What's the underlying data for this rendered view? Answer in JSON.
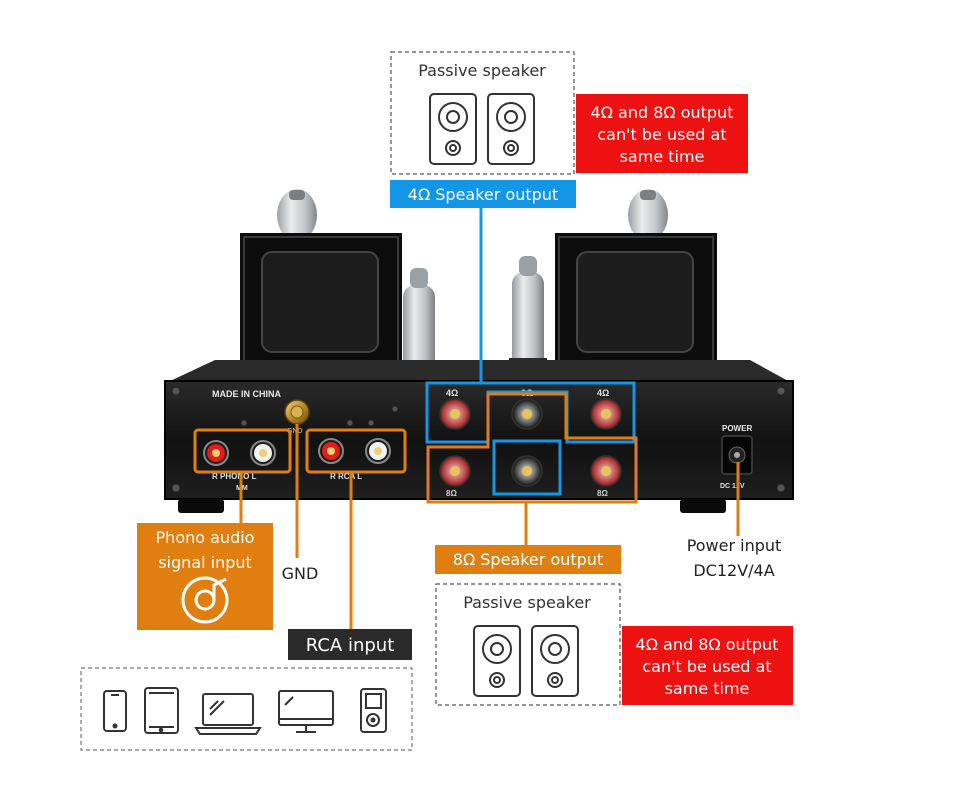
{
  "colors": {
    "orange": "#e07f10",
    "blue": "#1496e6",
    "red": "#ee1111",
    "dark_label": "#2b2b2b",
    "chassis": "#141414"
  },
  "top_speaker_box": {
    "title": "Passive speaker"
  },
  "top_warning": {
    "lines": [
      "4Ω and 8Ω output",
      "can't be used at",
      "same time"
    ]
  },
  "speaker_4ohm_label": "4Ω Speaker output",
  "speaker_8ohm_label": "8Ω Speaker output",
  "bottom_speaker_box": {
    "title": "Passive speaker"
  },
  "bottom_warning": {
    "lines": [
      "4Ω and 8Ω output",
      "can't be used at",
      "same time"
    ]
  },
  "phono_label": {
    "lines": [
      "Phono audio",
      "signal input"
    ],
    "icon": "turntable-record-icon"
  },
  "gnd_label": "GND",
  "rca_label": "RCA input",
  "power_label": {
    "lines": [
      "Power input",
      "DC12V/4A"
    ]
  },
  "panel_text": {
    "made_in": "MADE IN CHINA",
    "gnd": "GND",
    "phono": "R PHONO L",
    "mm": "MM",
    "rca": "R  RCA  L",
    "power": "POWER",
    "dc": "DC 12V",
    "top_4ohm_left": "4Ω",
    "top_8ohm": "8Ω",
    "top_4ohm_right": "4Ω",
    "bottom_left": "8Ω",
    "bottom_right": "8Ω"
  },
  "source_devices": [
    "smartphone-icon",
    "tablet-icon",
    "laptop-icon",
    "monitor-icon",
    "mp3-player-icon"
  ]
}
